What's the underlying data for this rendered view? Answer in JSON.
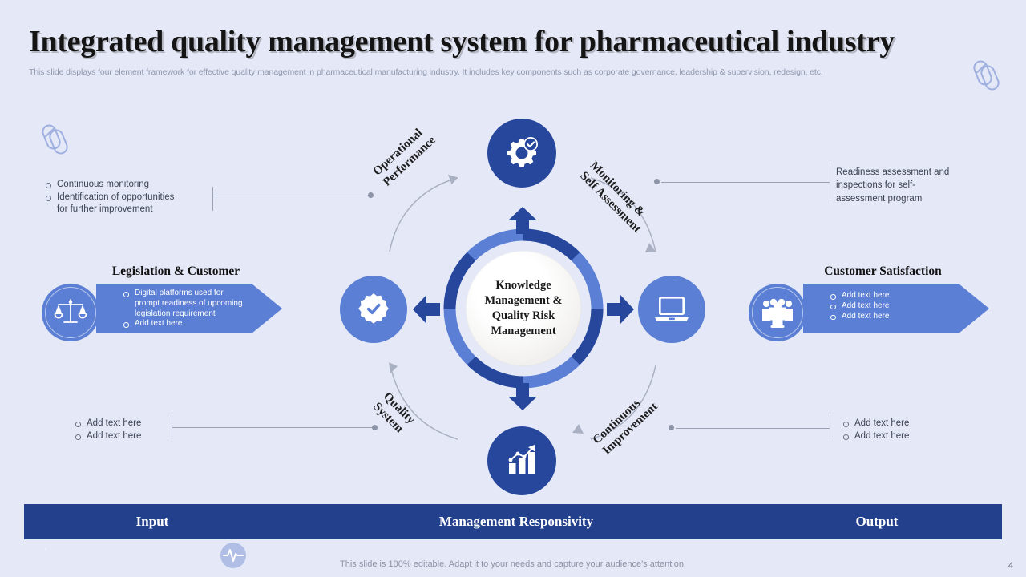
{
  "header": {
    "title": "Integrated quality management system for pharmaceutical industry",
    "subtitle": "This slide displays four element framework for effective quality management in pharmaceutical manufacturing industry. It includes key components such as corporate governance, leadership & supervision, redesign, etc."
  },
  "hub": {
    "text": "Knowledge Management & Quality Risk Management",
    "line1": "Knowledge",
    "line2": "Management &",
    "line3": "Quality Risk",
    "line4": "Management"
  },
  "curve_labels": {
    "top_left": {
      "line1": "Operational",
      "line2": "Performance"
    },
    "top_right": {
      "line1": "Monitoring &",
      "line2": "Self Assessment"
    },
    "bottom_left": {
      "line1": "Quality",
      "line2": "System"
    },
    "bottom_right": {
      "line1": "Continuous",
      "line2": "Improvement"
    }
  },
  "satellites": [
    {
      "name": "gear-check-icon",
      "position": "top",
      "color": "#27479c"
    },
    {
      "name": "badge-check-icon",
      "position": "left",
      "color": "#5b7fd4"
    },
    {
      "name": "laptop-icon",
      "position": "right",
      "color": "#5b7fd4"
    },
    {
      "name": "bar-chart-growth-icon",
      "position": "bottom",
      "color": "#27479c"
    }
  ],
  "callouts": {
    "top_left": {
      "items": [
        "Continuous  monitoring",
        "Identification  of opportunities\nfor further  improvement"
      ]
    },
    "top_right": {
      "text": "Readiness assessment\nand inspections for self-\nassessment program"
    },
    "bottom_left": {
      "items": [
        "Add text here",
        "Add text here"
      ]
    },
    "bottom_right": {
      "items": [
        "Add text here",
        "Add text here"
      ]
    }
  },
  "banners": {
    "left": {
      "heading": "Legislation & Customer",
      "icon": "scales-balance-icon",
      "items": [
        "Digital  platforms used for\nprompt readiness of upcoming\nlegislation  requirement",
        "Add text here"
      ]
    },
    "right": {
      "heading": "Customer Satisfaction",
      "icon": "people-group-icon",
      "items": [
        "Add text here",
        "Add text here",
        "Add text here"
      ]
    }
  },
  "footer_bar": {
    "cells": [
      "Input",
      "Management Responsivity",
      "Output"
    ]
  },
  "footnote": "This slide is 100% editable. Adapt it to your needs and capture your audience's attention.",
  "page_number": "4",
  "colors": {
    "background": "#e4e8f7",
    "dark_blue": "#27479c",
    "mid_blue": "#5b7fd4",
    "bar_blue": "#23408c",
    "text_gray": "#3c4355"
  }
}
